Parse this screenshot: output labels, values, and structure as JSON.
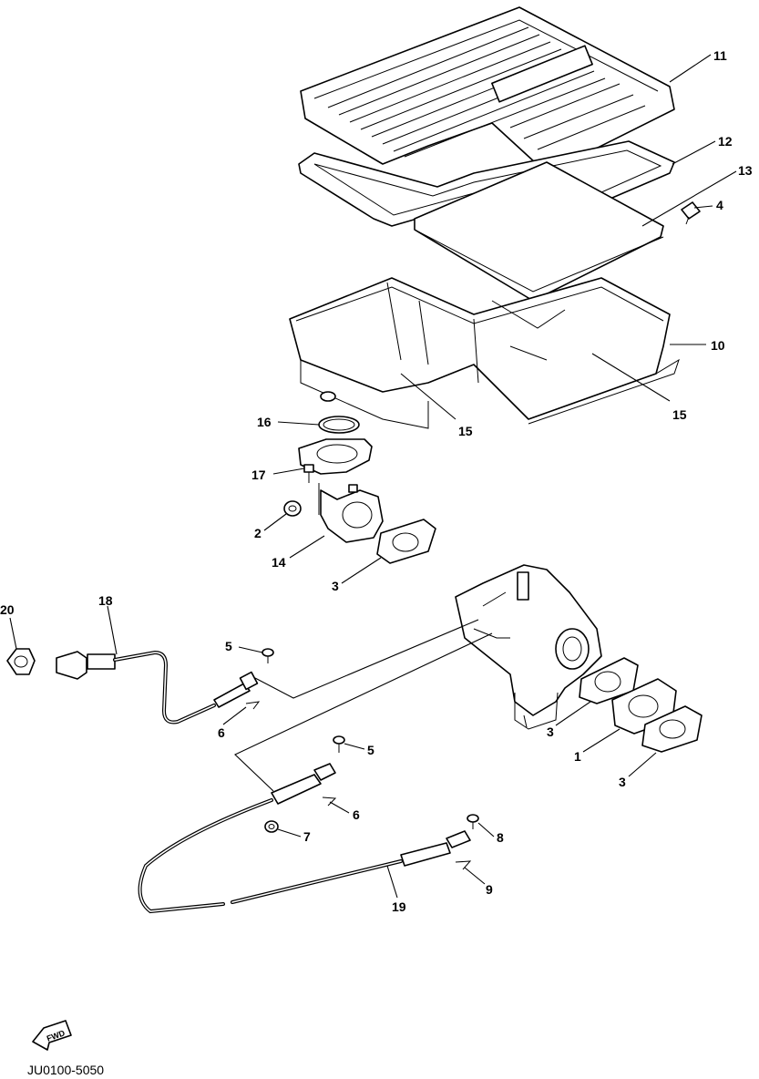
{
  "callouts": {
    "c1": "1",
    "c2": "2",
    "c3a": "3",
    "c3b": "3",
    "c3c": "3",
    "c4": "4",
    "c5a": "5",
    "c5b": "5",
    "c6a": "6",
    "c6b": "6",
    "c7": "7",
    "c8a": "8",
    "c9": "9",
    "c10": "10",
    "c11": "11",
    "c12": "12",
    "c13": "13",
    "c14": "14",
    "c15a": "15",
    "c15b": "15",
    "c16": "16",
    "c17": "17",
    "c18": "18",
    "c19": "19",
    "c20": "20"
  },
  "fwd_label": "FWD",
  "diagram_code": "JU0100-5050"
}
